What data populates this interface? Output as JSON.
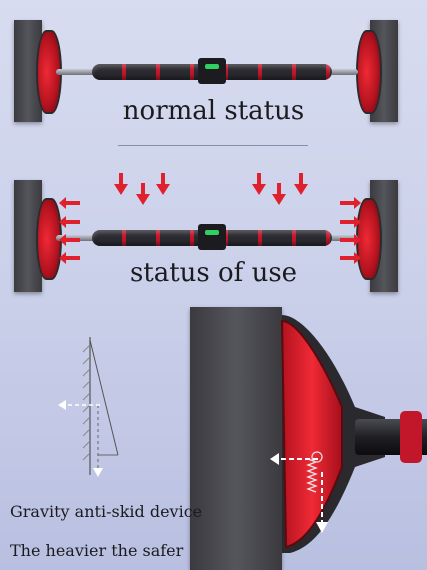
{
  "top": {
    "title": "normal status"
  },
  "middle": {
    "title": "status of use"
  },
  "bottom": {
    "caption_line1": "Gravity anti-skid device",
    "caption_line2": "The heavier the safer"
  },
  "colors": {
    "accent": "#e0202c",
    "grip": "#2a2a30",
    "wall": "#45454b"
  },
  "icons": [
    "arrow-down-icon",
    "arrow-left-icon",
    "arrow-right-icon",
    "spring-icon"
  ]
}
